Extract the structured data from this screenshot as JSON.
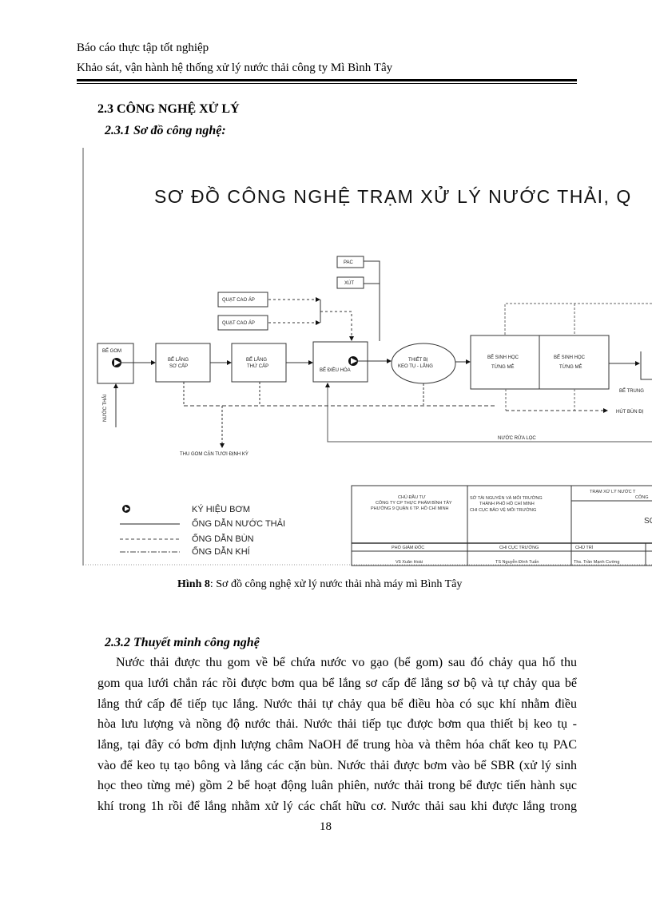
{
  "header": {
    "line1": "Báo cáo thực tập tốt nghiệp",
    "line2": "Khảo sát, vận hành hệ thống xử lý nước thải công ty Mì Bình Tây"
  },
  "section": {
    "heading": "2.3 CÔNG NGHỆ XỬ LÝ",
    "sub1": "2.3.1 Sơ đồ công nghệ:",
    "sub2": "2.3.2 Thuyết minh công nghệ"
  },
  "diagram": {
    "title": "SƠ ĐỒ CÔNG NGHỆ TRẠM XỬ LÝ NƯỚC THẢI, Q",
    "pac": "PAC",
    "xut": "XÚT",
    "blower1": "QUẠT CAO ÁP",
    "blower2": "QUẠT CAO ÁP",
    "be_gom": "BỂ GOM",
    "lang_so_cap": [
      "BỂ LẮNG",
      "SƠ CẤP"
    ],
    "lang_thu_cap": [
      "BỂ LẮNG",
      "THỨ CẤP"
    ],
    "dieu_hoa": "BỂ ĐIỀU HÒA",
    "keo_tu": [
      "THIẾT BỊ",
      "KEO TỤ - LẮNG"
    ],
    "sinh_hoc_1": [
      "BỂ SINH HỌC",
      "TỪNG MẺ"
    ],
    "sinh_hoc_2": [
      "BỂ SINH HỌC",
      "TỪNG MẺ"
    ],
    "be_trung": "BỂ TRUNG",
    "hut_bun": "HÚT BÙN ĐỊ",
    "nuoc_rua_loc": "NƯỚC RỬA LỌC",
    "thu_gom": "THU GOM CẶN TƯƠI ĐỊNH KỲ",
    "nuoc_thai": "NƯỚC THẢI",
    "legend": {
      "pump": "KÝ HIỆU BƠM",
      "water_pipe": "ỐNG DẪN NƯỚC THẢI",
      "sludge_pipe": "ỐNG DẪN BÙN",
      "air_pipe": "ỐNG DẪN KHÍ"
    },
    "table": {
      "col1": [
        "CHỦ ĐẦU TƯ",
        "CÔNG TY CP THỰC PHẨM BÌNH TÂY",
        "PHƯỜNG 9 QUẬN 6 TP. HỒ CHÍ MINH"
      ],
      "col2": [
        "SỞ TÀI NGUYÊN VÀ MÔI TRƯỜNG",
        "THÀNH PHỐ HỒ CHÍ MINH",
        "CHI CỤC BẢO VỆ MÔI TRƯỜNG"
      ],
      "col3": [
        "TRẠM XỬ LÝ NƯỚC T",
        "CÔNG"
      ],
      "col3_sub": "SƠ",
      "roles": [
        "PHÓ GIÁM ĐỐC",
        "CHI CỤC TRƯỞNG",
        "CHỦ TRÌ"
      ],
      "names": [
        "Vũ Xuân Hoài",
        "TS Nguyễn Đình Tuấn",
        "Ths. Trần Mạnh Cường"
      ]
    }
  },
  "caption": {
    "label": "Hình 8",
    "text": ": Sơ đồ công nghệ xử lý nước thải nhà máy mì Bình Tây"
  },
  "body_lines": [
    "Nước thải được thu gom về bể chứa nước vo gạo (bể gom) sau đó chảy qua hố thu",
    "gom qua lưới chắn rác rồi được bơm qua bể lắng sơ cấp để lắng sơ bộ và tự chảy qua bể",
    "lắng thứ cấp để tiếp tục lắng. Nước thải tự chảy qua bể điều hòa có sục khí nhằm điều",
    "hòa lưu lượng và nồng độ nước thải. Nước thải tiếp tục được bơm qua thiết bị keo tụ -",
    "lắng, tại đây có bơm định lượng châm NaOH để trung hòa và thêm hóa chất keo tụ PAC",
    "vào để keo tụ tạo bông và lắng các cặn bùn. Nước thải được bơm vào bể SBR (xử lý sinh",
    "học theo từng mẻ) gồm 2 bể hoạt động luân phiên, nước thải trong bể được tiến hành sục",
    "khí trong 1h rồi để lắng nhằm xử lý các chất hữu cơ. Nước thải sau khi được lắng trong"
  ],
  "page_number": "18"
}
